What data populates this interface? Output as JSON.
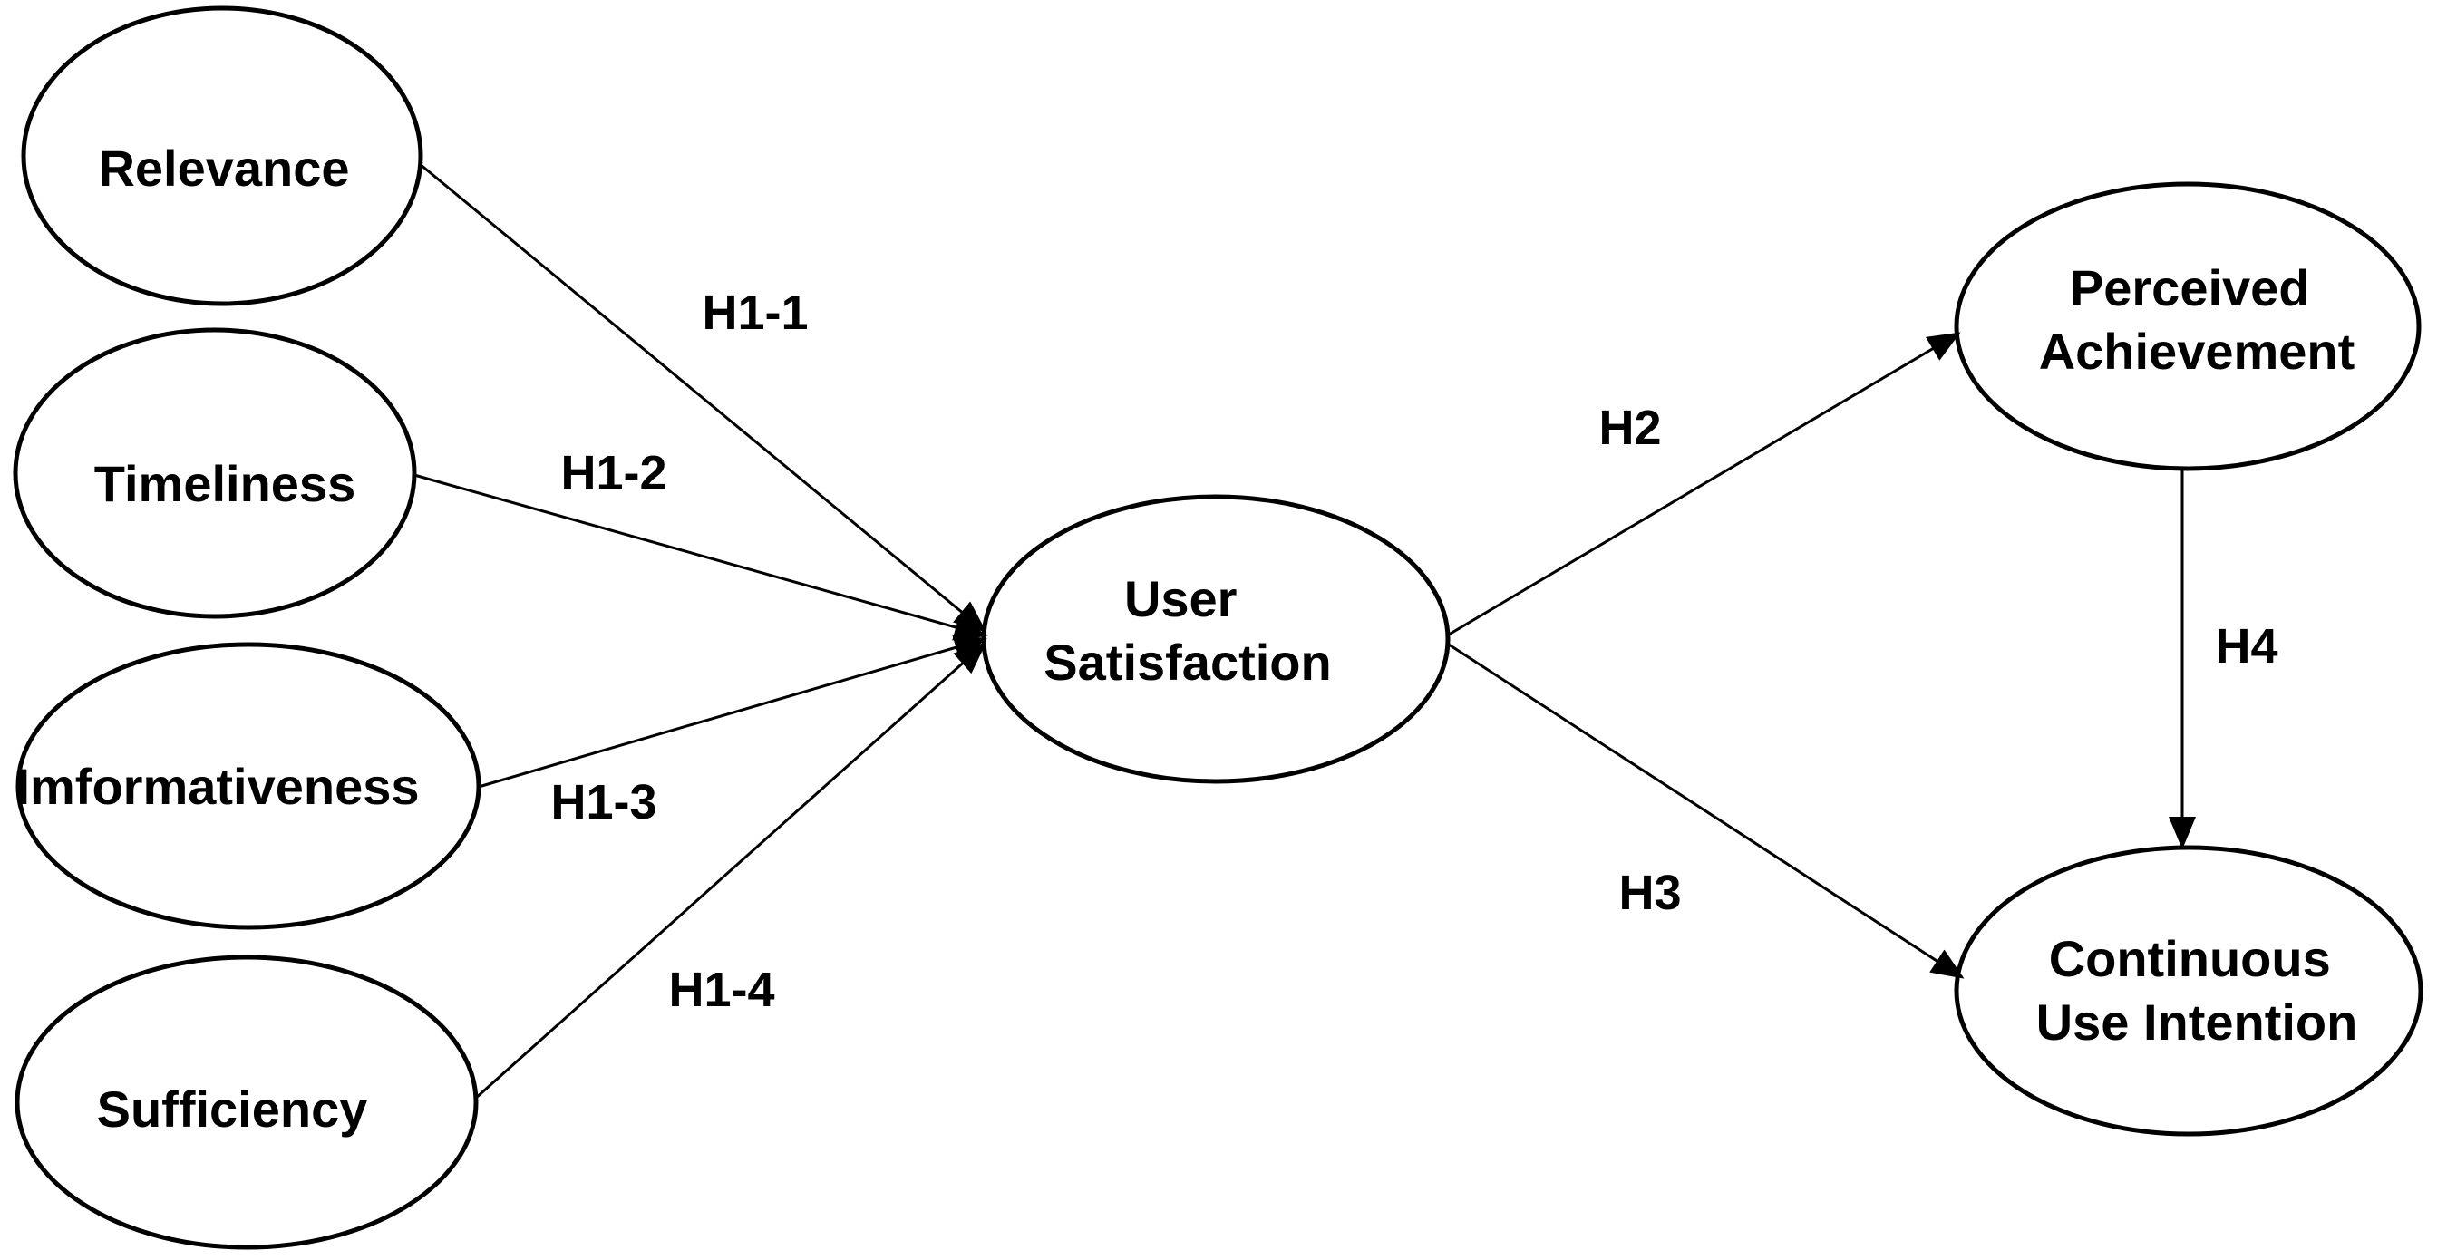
{
  "colors": {
    "background": "#ffffff",
    "ink": "#000000"
  },
  "nodes": {
    "relevance": {
      "lines": [
        "Relevance"
      ]
    },
    "timeliness": {
      "lines": [
        "Timeliness"
      ]
    },
    "informativeness": {
      "lines": [
        "Imformativeness"
      ]
    },
    "sufficiency": {
      "lines": [
        "Sufficiency"
      ]
    },
    "user_satisfaction": {
      "lines": [
        "User",
        "Satisfaction"
      ]
    },
    "perceived_achievement": {
      "lines": [
        "Perceived",
        "Achievement"
      ]
    },
    "continuous_use_intention": {
      "lines": [
        "Continuous",
        "Use Intention"
      ]
    }
  },
  "edges": {
    "h1_1": {
      "label": "H1-1",
      "from": "relevance",
      "to": "user_satisfaction"
    },
    "h1_2": {
      "label": "H1-2",
      "from": "timeliness",
      "to": "user_satisfaction"
    },
    "h1_3": {
      "label": "H1-3",
      "from": "informativeness",
      "to": "user_satisfaction"
    },
    "h1_4": {
      "label": "H1-4",
      "from": "sufficiency",
      "to": "user_satisfaction"
    },
    "h2": {
      "label": "H2",
      "from": "user_satisfaction",
      "to": "perceived_achievement"
    },
    "h3": {
      "label": "H3",
      "from": "user_satisfaction",
      "to": "continuous_use_intention"
    },
    "h4": {
      "label": "H4",
      "from": "perceived_achievement",
      "to": "continuous_use_intention"
    }
  }
}
